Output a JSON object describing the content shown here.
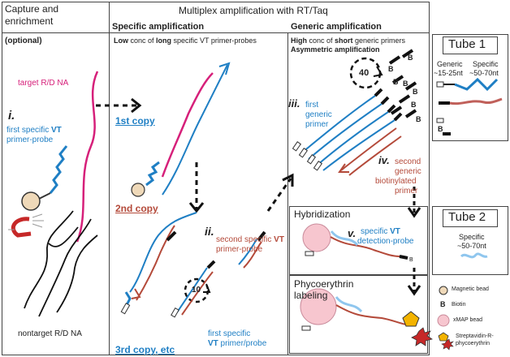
{
  "headers": {
    "capture": "Capture and\nenrichment",
    "multiplex": "Multiplex amplification with RT/Taq",
    "specific": "Specific amplification",
    "generic": "Generic amplification"
  },
  "capture_panel": {
    "optional": "(optional)",
    "target": "target R/D NA",
    "step_i": "i.",
    "first_specific": "first specific ",
    "vt": "VT",
    "primer_probe": "primer-probe",
    "nontarget": "nontarget R/D NA"
  },
  "specific_panel": {
    "low_conc_1": "Low",
    "low_conc_2": " conc of ",
    "low_conc_3": "long",
    "low_conc_4": " specific VT primer-probes",
    "copy1": "1st copy",
    "copy2": "2nd copy",
    "copy3": "3rd copy, etc",
    "step_ii": "ii.",
    "second_specific": "second specific ",
    "second_vt": "VT",
    "second_primer_probe": "primer-probe",
    "cycles": "10",
    "first_specific_bottom_1": "first specific",
    "first_specific_bottom_2": "VT",
    "first_specific_bottom_3": " primer/probe"
  },
  "generic_panel": {
    "high_1": "High",
    "high_2": " conc of ",
    "high_3": "short",
    "high_4": " generic primers",
    "asym": "Asymmetric amplification",
    "cycles": "40",
    "biotin": "B",
    "step_iii": "iii.",
    "iii_text": [
      "first",
      "generic",
      "primer"
    ],
    "step_iv": "iv.",
    "iv_text": [
      "second",
      "generic",
      "biotinylated",
      "primer"
    ]
  },
  "hybridization_panel": {
    "title": "Hybridization",
    "step_v": "v.",
    "v_text_1": "specific ",
    "v_text_2": "VT",
    "v_text_3": "detection-probe"
  },
  "phyco_panel": {
    "title_1": "Phycoerythrin",
    "title_2": "labeling"
  },
  "tube1": {
    "title": "Tube 1",
    "generic": "Generic",
    "generic_len": "~15-25nt",
    "specific": "Specific",
    "specific_len": "~50-70nt",
    "biotin": "B"
  },
  "tube2": {
    "title": "Tube 2",
    "specific": "Specific",
    "specific_len": "~50-70nt"
  },
  "legend": {
    "magnetic": "Magnetic bead",
    "biotin_symbol": "B",
    "biotin": "Biotin",
    "xmap": "xMAP bead",
    "strep_1": "Streptavidin-R-",
    "strep_2": "phycoerythrin"
  },
  "colors": {
    "blue": "#1f7fc4",
    "red": "#b44a3a",
    "magenta": "#d6207a",
    "bead_pink": "#f7c6cf"
  }
}
